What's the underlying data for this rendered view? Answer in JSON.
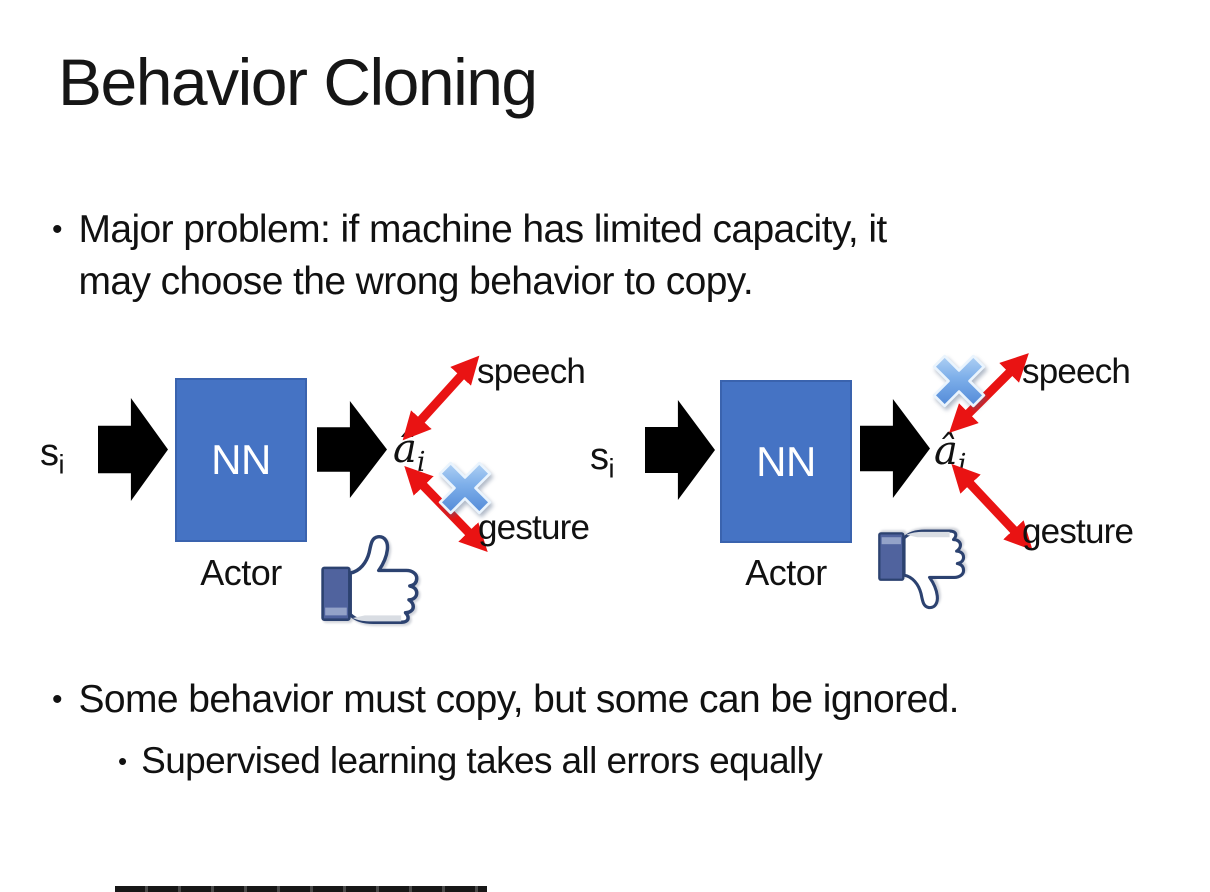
{
  "slide": {
    "title": "Behavior Cloning",
    "bullet_marker": "•",
    "bullet_main": "Major problem: if machine has limited capacity, it\nmay choose the wrong behavior to copy.",
    "bullet_some": "Some behavior must copy, but some can be ignored.",
    "bullet_supervised": "Supervised learning takes all errors equally"
  },
  "diagram": {
    "input_label": "s",
    "input_subscript": "i",
    "nn_label": "NN",
    "actor_label": "Actor",
    "output_label": "â",
    "output_subscript": "i",
    "speech_label": "speech",
    "gesture_label": "gesture",
    "left_feedback": "thumbs-up",
    "right_feedback": "thumbs-down",
    "left_crossed_out": "gesture",
    "right_crossed_out": "speech",
    "colors": {
      "nn_box_fill": "#4573c4",
      "nn_box_border": "#3a63ae",
      "block_arrow": "#000000",
      "relation_arrow_red": "#e91313",
      "cross_blue": "#3f7ed6",
      "thumb_outline": "#2c4270",
      "thumb_cuff": "#50639e"
    }
  }
}
